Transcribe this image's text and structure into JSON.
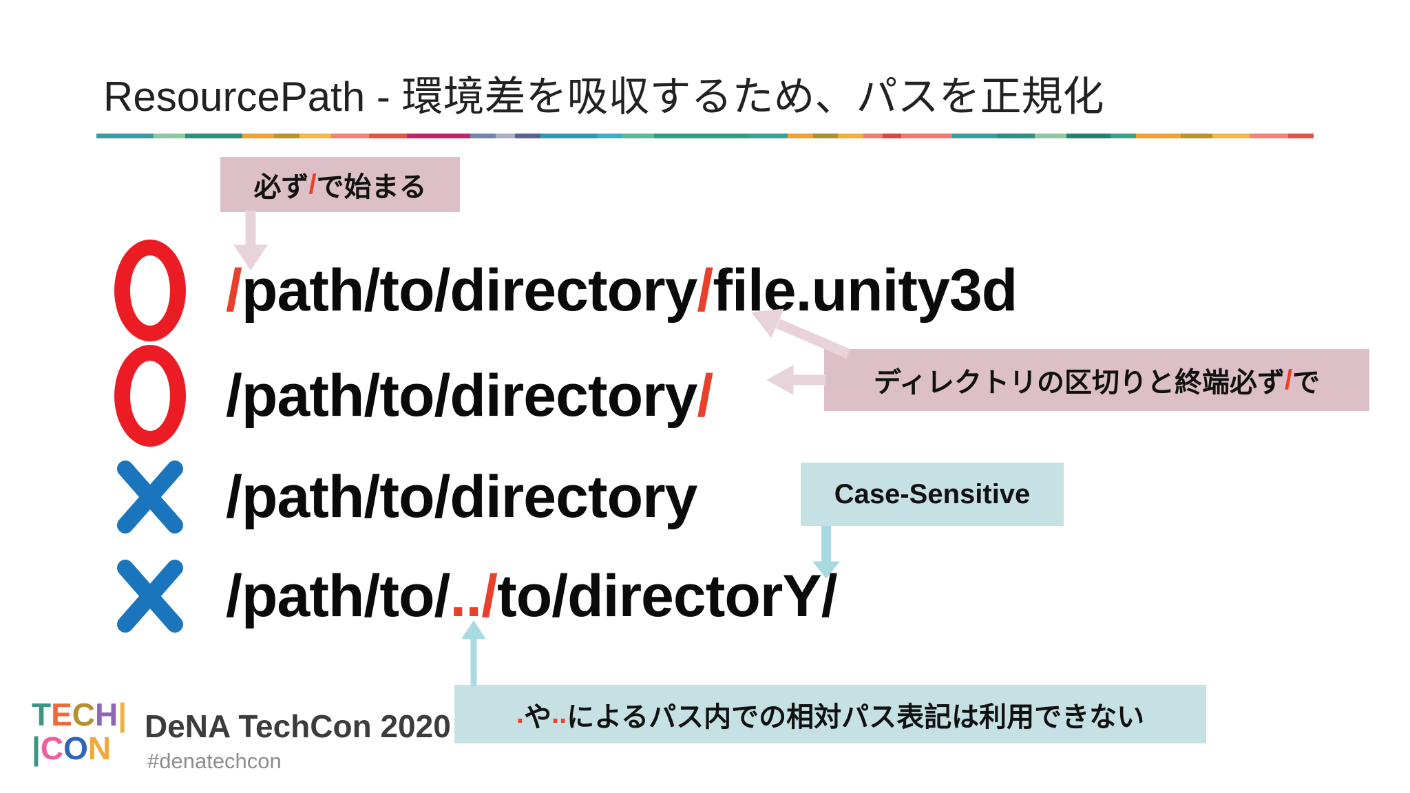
{
  "slide": {
    "title": "ResourcePath - 環境差を吸収するため、パスを正規化",
    "colors": {
      "pink-box": "#dcbfc7",
      "arrow-pink": "#e7d3d9",
      "blue-box": "#c6e1e4",
      "arrow-blue": "#a9dae2",
      "red-accent": "#e8402a",
      "red-circle": "#ec1c24",
      "blue-x": "#1b75bc"
    },
    "divider_segments": [
      {
        "color": "#3E9AA2",
        "w": 9
      },
      {
        "color": "#8FC7A2",
        "w": 5
      },
      {
        "color": "#2E8F81",
        "w": 9
      },
      {
        "color": "#EFA233",
        "w": 5
      },
      {
        "color": "#B8942E",
        "w": 4
      },
      {
        "color": "#F2B845",
        "w": 5
      },
      {
        "color": "#EF8476",
        "w": 6
      },
      {
        "color": "#E05546",
        "w": 6
      },
      {
        "color": "#C22567",
        "w": 10
      },
      {
        "color": "#7287A8",
        "w": 4
      },
      {
        "color": "#A9AEC2",
        "w": 3
      },
      {
        "color": "#5A6190",
        "w": 4
      },
      {
        "color": "#2E9AB2",
        "w": 9
      },
      {
        "color": "#3EAEC6",
        "w": 4
      },
      {
        "color": "#5CB89A",
        "w": 5
      },
      {
        "color": "#2F9E85",
        "w": 15
      },
      {
        "color": "#35A496",
        "w": 6
      },
      {
        "color": "#EFA233",
        "w": 4
      },
      {
        "color": "#A8922F",
        "w": 4
      },
      {
        "color": "#F0B03A",
        "w": 4
      },
      {
        "color": "#E88070",
        "w": 3
      },
      {
        "color": "#D84840",
        "w": 3
      },
      {
        "color": "#EF7A6C",
        "w": 8
      },
      {
        "color": "#3F9BA1",
        "w": 7
      },
      {
        "color": "#2F8F85",
        "w": 6
      },
      {
        "color": "#8FC7A2",
        "w": 5
      },
      {
        "color": "#257F75",
        "w": 7
      },
      {
        "color": "#3FA08A",
        "w": 4
      },
      {
        "color": "#EFA233",
        "w": 7
      },
      {
        "color": "#B8942E",
        "w": 5
      },
      {
        "color": "#F2B845",
        "w": 6
      },
      {
        "color": "#EF8476",
        "w": 6
      },
      {
        "color": "#E25449",
        "w": 4
      }
    ],
    "callouts": {
      "starts_with": {
        "segments": [
          {
            "text": "必ず",
            "red": false
          },
          {
            "text": "/",
            "red": true
          },
          {
            "text": "で始まる",
            "red": false
          }
        ]
      },
      "separator": {
        "segments": [
          {
            "text": "ディレクトリの区切りと終端必ず",
            "red": false
          },
          {
            "text": "/",
            "red": true
          },
          {
            "text": "で",
            "red": false
          }
        ]
      },
      "case_sensitive": {
        "label": "Case-Sensitive"
      },
      "relative": {
        "segments": [
          {
            "text": ".",
            "red": true
          },
          {
            "text": "や",
            "red": false
          },
          {
            "text": "..",
            "red": true
          },
          {
            "text": "によるパス内での相対パス表記は利用できない",
            "red": false
          }
        ]
      }
    },
    "rows": [
      {
        "verdict": "correct",
        "segments": [
          {
            "text": "/",
            "red": true
          },
          {
            "text": "path/to/directory",
            "red": false
          },
          {
            "text": "/",
            "red": true
          },
          {
            "text": "file.unity3d",
            "red": false
          }
        ]
      },
      {
        "verdict": "correct",
        "segments": [
          {
            "text": "/path/to/directory",
            "red": false
          },
          {
            "text": "/",
            "red": true
          }
        ]
      },
      {
        "verdict": "incorrect",
        "segments": [
          {
            "text": "/path/to/directory",
            "red": false
          }
        ]
      },
      {
        "verdict": "incorrect",
        "segments": [
          {
            "text": "/path/to/",
            "red": false
          },
          {
            "text": "../",
            "red": true
          },
          {
            "text": "to/directorY/",
            "red": false
          }
        ]
      }
    ],
    "footer": {
      "logo_top": [
        {
          "ch": "T",
          "color": "#3E9583"
        },
        {
          "ch": "E",
          "color": "#F06A38"
        },
        {
          "ch": "C",
          "color": "#B5902E"
        },
        {
          "ch": "H",
          "color": "#8D66B5"
        },
        {
          "ch": "|",
          "color": "#F0B03A"
        }
      ],
      "logo_bottom": [
        {
          "ch": "|",
          "color": "#3E9583"
        },
        {
          "ch": "C",
          "color": "#F05C9E"
        },
        {
          "ch": "O",
          "color": "#2D66BB"
        },
        {
          "ch": "N",
          "color": "#F0A93A"
        }
      ],
      "brand": "DeNA TechCon 2020",
      "hashtag": "#denatechcon"
    }
  }
}
